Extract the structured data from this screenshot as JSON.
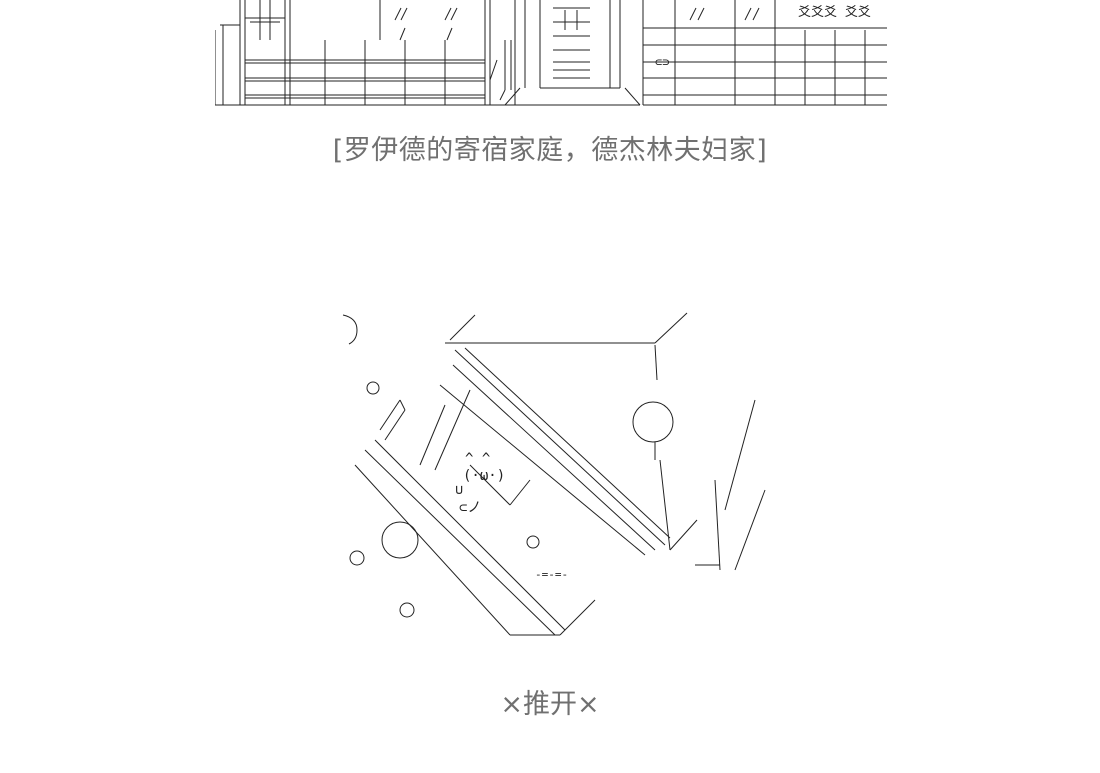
{
  "scene_caption": "[罗伊德的寄宿家庭，德杰林夫妇家]",
  "action_caption": "×推开×",
  "art": {
    "sign_chars": "爻爻爻 爻爻",
    "face": "(·ω·)",
    "ears": "^  ^",
    "hand": "⊂ノ",
    "cup": "∪",
    "side_mark": "⊂⊃",
    "window_marks": "//  //",
    "dash_line": "-=-=-"
  },
  "colors": {
    "caption": "#707070",
    "line": "#222222",
    "background": "#ffffff"
  }
}
